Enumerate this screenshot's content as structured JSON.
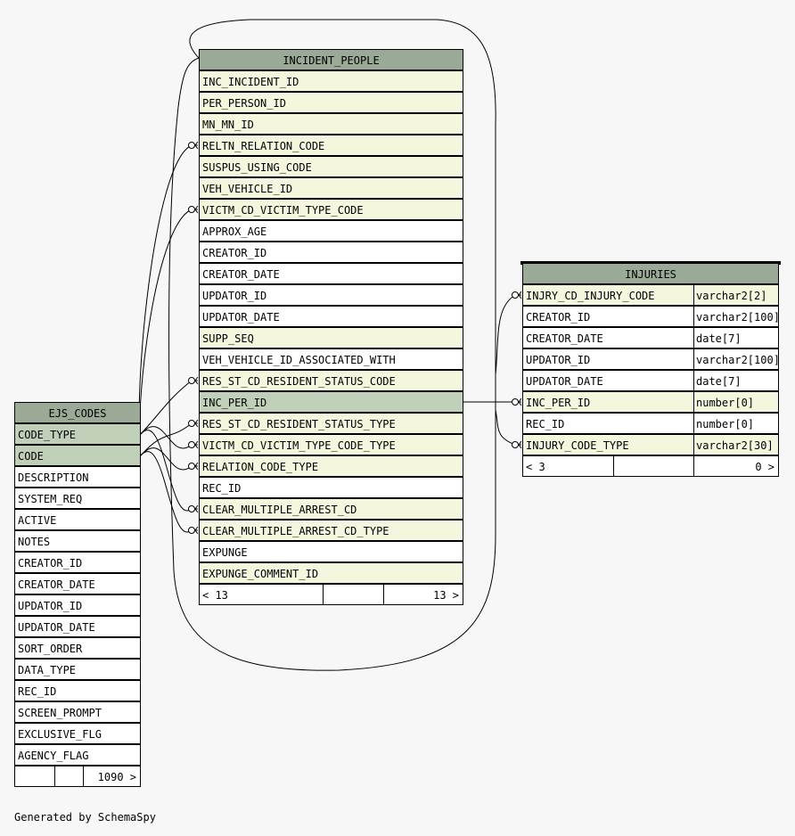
{
  "footer": "Generated by SchemaSpy",
  "incident_people": {
    "name": "INCIDENT_PEOPLE",
    "columns": [
      {
        "name": "INC_INCIDENT_ID",
        "style": "key"
      },
      {
        "name": "PER_PERSON_ID",
        "style": "key"
      },
      {
        "name": "MN_MN_ID",
        "style": "key"
      },
      {
        "name": "RELTN_RELATION_CODE",
        "style": "key"
      },
      {
        "name": "SUSPUS_USING_CODE",
        "style": "key"
      },
      {
        "name": "VEH_VEHICLE_ID",
        "style": "key"
      },
      {
        "name": "VICTM_CD_VICTIM_TYPE_CODE",
        "style": "key"
      },
      {
        "name": "APPROX_AGE",
        "style": "plain"
      },
      {
        "name": "CREATOR_ID",
        "style": "plain"
      },
      {
        "name": "CREATOR_DATE",
        "style": "plain"
      },
      {
        "name": "UPDATOR_ID",
        "style": "plain"
      },
      {
        "name": "UPDATOR_DATE",
        "style": "plain"
      },
      {
        "name": "SUPP_SEQ",
        "style": "key"
      },
      {
        "name": "VEH_VEHICLE_ID_ASSOCIATED_WITH",
        "style": "plain"
      },
      {
        "name": "RES_ST_CD_RESIDENT_STATUS_CODE",
        "style": "key"
      },
      {
        "name": "INC_PER_ID",
        "style": "hl"
      },
      {
        "name": "RES_ST_CD_RESIDENT_STATUS_TYPE",
        "style": "key"
      },
      {
        "name": "VICTM_CD_VICTIM_TYPE_CODE_TYPE",
        "style": "key"
      },
      {
        "name": "RELATION_CODE_TYPE",
        "style": "key"
      },
      {
        "name": "REC_ID",
        "style": "plain"
      },
      {
        "name": "CLEAR_MULTIPLE_ARREST_CD",
        "style": "key"
      },
      {
        "name": "CLEAR_MULTIPLE_ARREST_CD_TYPE",
        "style": "key"
      },
      {
        "name": "EXPUNGE",
        "style": "plain"
      },
      {
        "name": "EXPUNGE_COMMENT_ID",
        "style": "key"
      }
    ],
    "footer_left": "< 13",
    "footer_right": "13 >"
  },
  "ejs_codes": {
    "name": "EJS_CODES",
    "columns": [
      {
        "name": "CODE_TYPE",
        "style": "hl"
      },
      {
        "name": "CODE",
        "style": "hl"
      },
      {
        "name": "DESCRIPTION",
        "style": "plain"
      },
      {
        "name": "SYSTEM_REQ",
        "style": "plain"
      },
      {
        "name": "ACTIVE",
        "style": "plain"
      },
      {
        "name": "NOTES",
        "style": "plain"
      },
      {
        "name": "CREATOR_ID",
        "style": "plain"
      },
      {
        "name": "CREATOR_DATE",
        "style": "plain"
      },
      {
        "name": "UPDATOR_ID",
        "style": "plain"
      },
      {
        "name": "UPDATOR_DATE",
        "style": "plain"
      },
      {
        "name": "SORT_ORDER",
        "style": "plain"
      },
      {
        "name": "DATA_TYPE",
        "style": "plain"
      },
      {
        "name": "REC_ID",
        "style": "plain"
      },
      {
        "name": "SCREEN_PROMPT",
        "style": "plain"
      },
      {
        "name": "EXCLUSIVE_FLG",
        "style": "plain"
      },
      {
        "name": "AGENCY_FLAG",
        "style": "plain"
      }
    ],
    "footer_right": "1090 >"
  },
  "injuries": {
    "name": "INJURIES",
    "columns": [
      {
        "name": "INJRY_CD_INJURY_CODE",
        "type": "varchar2[2]",
        "style": "key"
      },
      {
        "name": "CREATOR_ID",
        "type": "varchar2[100]",
        "style": "plain"
      },
      {
        "name": "CREATOR_DATE",
        "type": "date[7]",
        "style": "plain"
      },
      {
        "name": "UPDATOR_ID",
        "type": "varchar2[100]",
        "style": "plain"
      },
      {
        "name": "UPDATOR_DATE",
        "type": "date[7]",
        "style": "plain"
      },
      {
        "name": "INC_PER_ID",
        "type": "number[0]",
        "style": "key"
      },
      {
        "name": "REC_ID",
        "type": "number[0]",
        "style": "plain"
      },
      {
        "name": "INJURY_CODE_TYPE",
        "type": "varchar2[30]",
        "style": "key"
      }
    ],
    "footer_left": "< 3",
    "footer_right": "0 >"
  }
}
